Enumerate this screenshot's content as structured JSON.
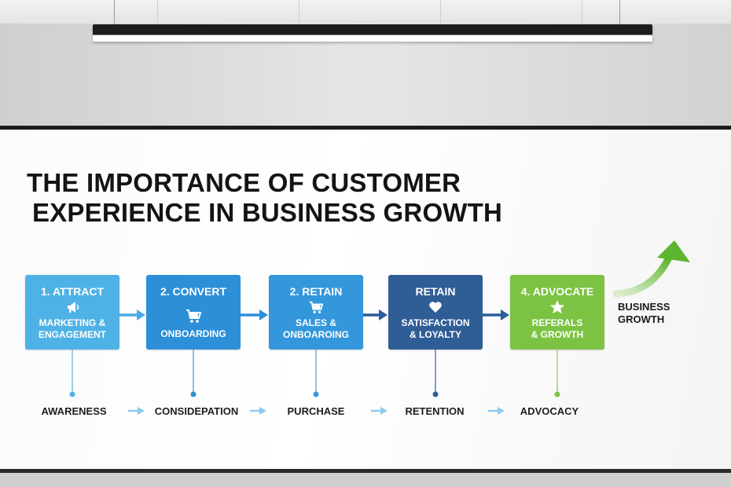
{
  "slide": {
    "title_line1": "THE IMPORTANCE OF CUSTOMER",
    "title_line2": "EXPERIENCE IN BUSINESS GROWTH"
  },
  "stages": [
    {
      "title": "1. ATTRACT",
      "subtitle": "MARKETING &\nENGAGEMENT",
      "icon": "megaphone-icon",
      "color": "#4fb2e6"
    },
    {
      "title": "2. CONVERT",
      "subtitle": "ONBOARDING",
      "icon": "cart-icon",
      "color": "#2d8fd8"
    },
    {
      "title": "2. RETAIN",
      "subtitle": "SALES &\nONBOAROING",
      "icon": "cart-icon",
      "color": "#3497dc"
    },
    {
      "title": "RETAIN",
      "subtitle": "SATISFACTION\n& LOYALTY",
      "icon": "heart-icon",
      "color": "#2f5d96"
    },
    {
      "title": "4. ADVOCATE",
      "subtitle": "REFERALS\n& GROWTH",
      "icon": "star-icon",
      "color": "#7cc243"
    }
  ],
  "phases": [
    "AWARENESS",
    "CONSIDEPATION",
    "PURCHASE",
    "RETENTION",
    "ADVOCACY"
  ],
  "growth": {
    "label": "BUSINESS\nGROWTH",
    "color": "#5cb531"
  },
  "colors": {
    "flow_arrow_light": "#4aa9e2",
    "flow_arrow_dark": "#2b5d99",
    "phase_arrow": "#8fcaee"
  }
}
